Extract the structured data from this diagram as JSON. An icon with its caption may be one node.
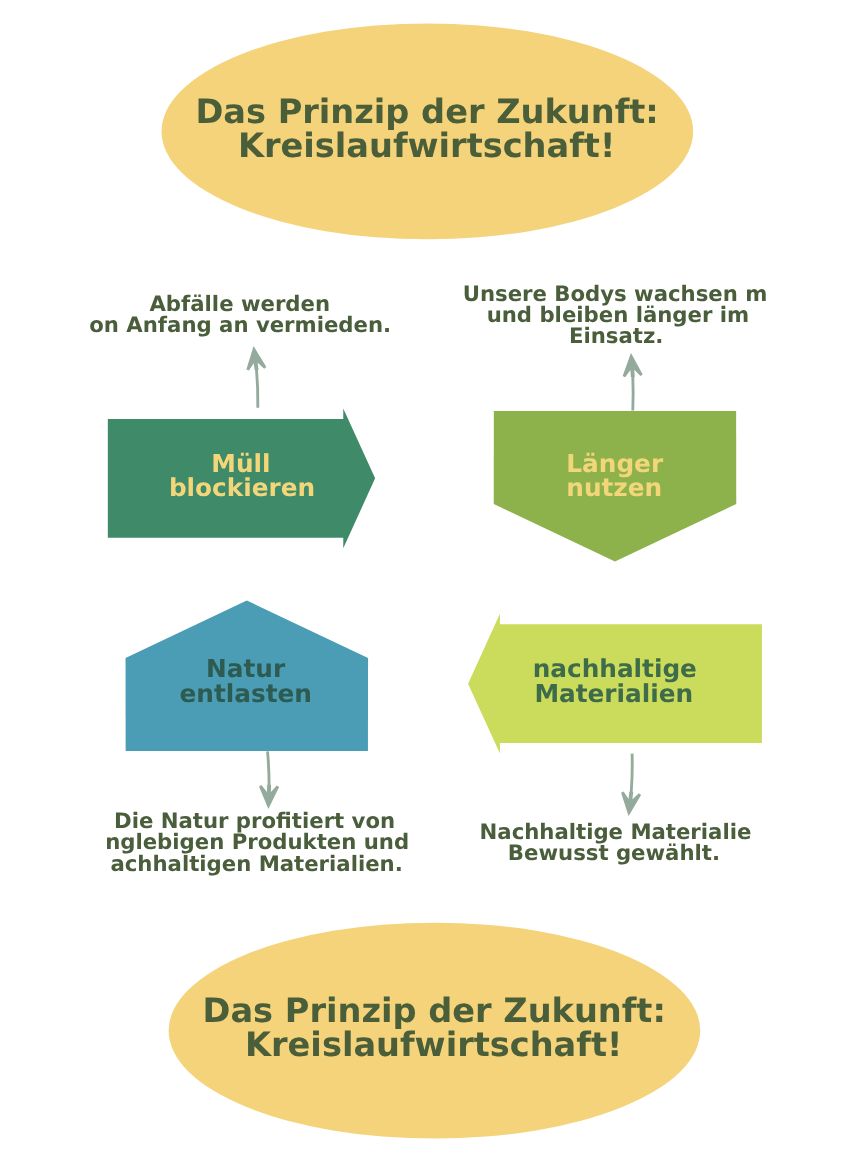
{
  "diagram": {
    "nodes": [
      {
        "text": [
          "Das Prinzip der Zukunft: Kreislaufwirtschaft!"
        ]
      },
      {
        "text": [
          "Abfälle werden on Anfang an vermieden."
        ]
      },
      {
        "text": [
          "Unsere Bodys wachsen m und bleiben länger im Einsatz."
        ]
      },
      {
        "text": [
          "Müll blockieren"
        ]
      },
      {
        "text": [
          "Länger nutzen"
        ]
      },
      {
        "text": [
          "Natur entlasten"
        ]
      },
      {
        "text": [
          "nachhaltige Materialien"
        ]
      },
      {
        "text": [
          "Die Natur profitiert von nglebigen Produkten und achhaltigen Materialien."
        ]
      },
      {
        "text": [
          "Nachhaltige Materialie Bewusst gewählt."
        ]
      },
      {
        "text": [
          "Das Prinzip der Zukunft: Kreislaufwirtschaft!"
        ]
      }
    ],
    "edges": [
      {
        "from": 3,
        "to": 1,
        "arrow": "to"
      },
      {
        "from": 4,
        "to": 2,
        "arrow": "to"
      },
      {
        "from": 6,
        "to": 8,
        "arrow": "to"
      },
      {
        "from": 5,
        "to": 7,
        "arrow": "to"
      }
    ]
  }
}
